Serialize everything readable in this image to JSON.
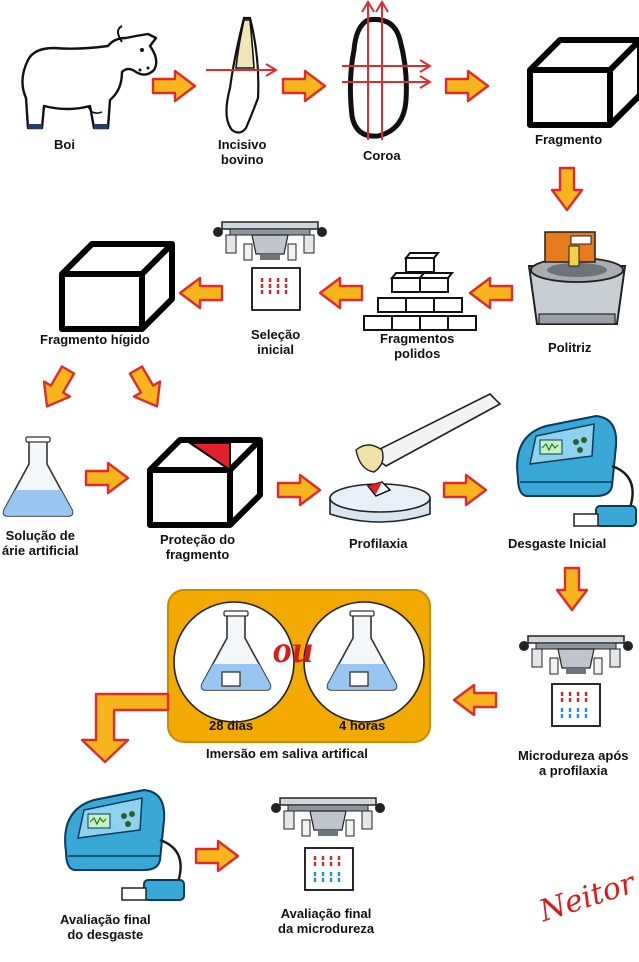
{
  "labels": {
    "boi": "Boi",
    "incisivo_1": "Incisivo",
    "incisivo_2": "bovino",
    "coroa": "Coroa",
    "fragmento": "Fragmento",
    "politriz": "Politriz",
    "fragmentos_1": "Fragmentos",
    "fragmentos_2": "polidos",
    "selecao_1": "Seleção",
    "selecao_2": "inicial",
    "fragmento_higido": "Fragmento hígido",
    "solucao_1": "Solução de",
    "solucao_2": "árie artificial",
    "protecao_1": "Proteção do",
    "protecao_2": "fragmento",
    "profilaxia": "Profilaxia",
    "desgaste_inicial": "Desgaste Inicial",
    "microdureza_1": "Microdureza após",
    "microdureza_2": "a profilaxia",
    "dias": "28 dias",
    "horas": "4 horas",
    "imersao": "Imersão em saliva artifical",
    "aval_desgaste_1": "Avaliação final",
    "aval_desgaste_2": "do desgaste",
    "aval_micro_1": "Avaliação final",
    "aval_micro_2": "da microdureza"
  },
  "ou_text": "ou",
  "signature": "Neitor",
  "colors": {
    "arrow_fill": "#f7b51d",
    "arrow_stroke": "#e02b2b",
    "panel_fill": "#f2a900",
    "panel_stroke": "#c98a00",
    "liquid": "#8fc0ee",
    "device_blue": "#39a8d6",
    "red_mark": "#e0202a",
    "blue_mark": "#1e8fe0"
  },
  "icons": [
    "cow-icon",
    "tooth-icon",
    "crown-icon",
    "block-icon",
    "polisher-icon",
    "fragments-pile-icon",
    "microscope-icon",
    "flask-icon",
    "prophy-handpiece-icon",
    "wear-machine-icon"
  ]
}
